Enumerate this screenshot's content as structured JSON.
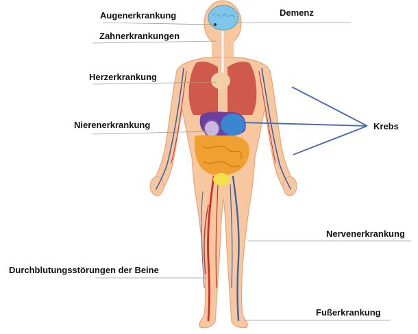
{
  "labels": {
    "augen": "Augenerkrankung",
    "demenz": "Demenz",
    "zahn": "Zahnerkrankungen",
    "herz": "Herzerkrankung",
    "niere": "Nierenerkrankung",
    "krebs": "Krebs",
    "nerven": "Nervenerkrankung",
    "durchblutung": "Durchblutungsstörungen der Beine",
    "fuss": "Fußerkrankung"
  },
  "colors": {
    "skin": "#f7c7a0",
    "skin_outline": "#e7a47a",
    "leader_line": "#9a9a9a",
    "krebs_arrow": "#4a6fb0",
    "artery": "#d42a2a",
    "vein": "#3a62a8",
    "nerve": "#f3f6fb",
    "brain": "#7fc7ea",
    "heart_lung": "#c8463c",
    "liver": "#6b3fa0",
    "intestine": "#f0a030",
    "bladder": "#f4e14a"
  }
}
